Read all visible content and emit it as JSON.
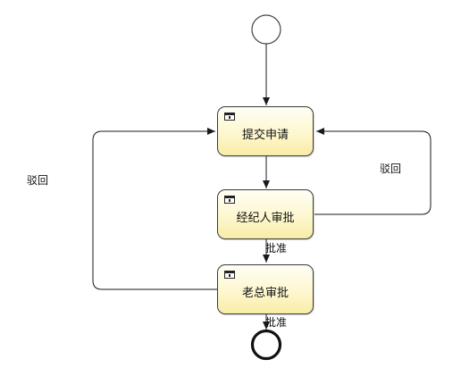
{
  "diagram": {
    "tasks": [
      {
        "id": "submit",
        "label": "提交申请"
      },
      {
        "id": "agent",
        "label": "经纪人审批"
      },
      {
        "id": "boss",
        "label": "老总审批"
      }
    ],
    "flow_labels": {
      "reject_left": "驳回",
      "reject_right": "驳回",
      "approve_agent": "批准",
      "approve_boss": "批准"
    },
    "colors": {
      "task_fill_top": "#fffef4",
      "task_fill_bottom": "#f8eca5",
      "line": "#1a1a1a"
    }
  }
}
